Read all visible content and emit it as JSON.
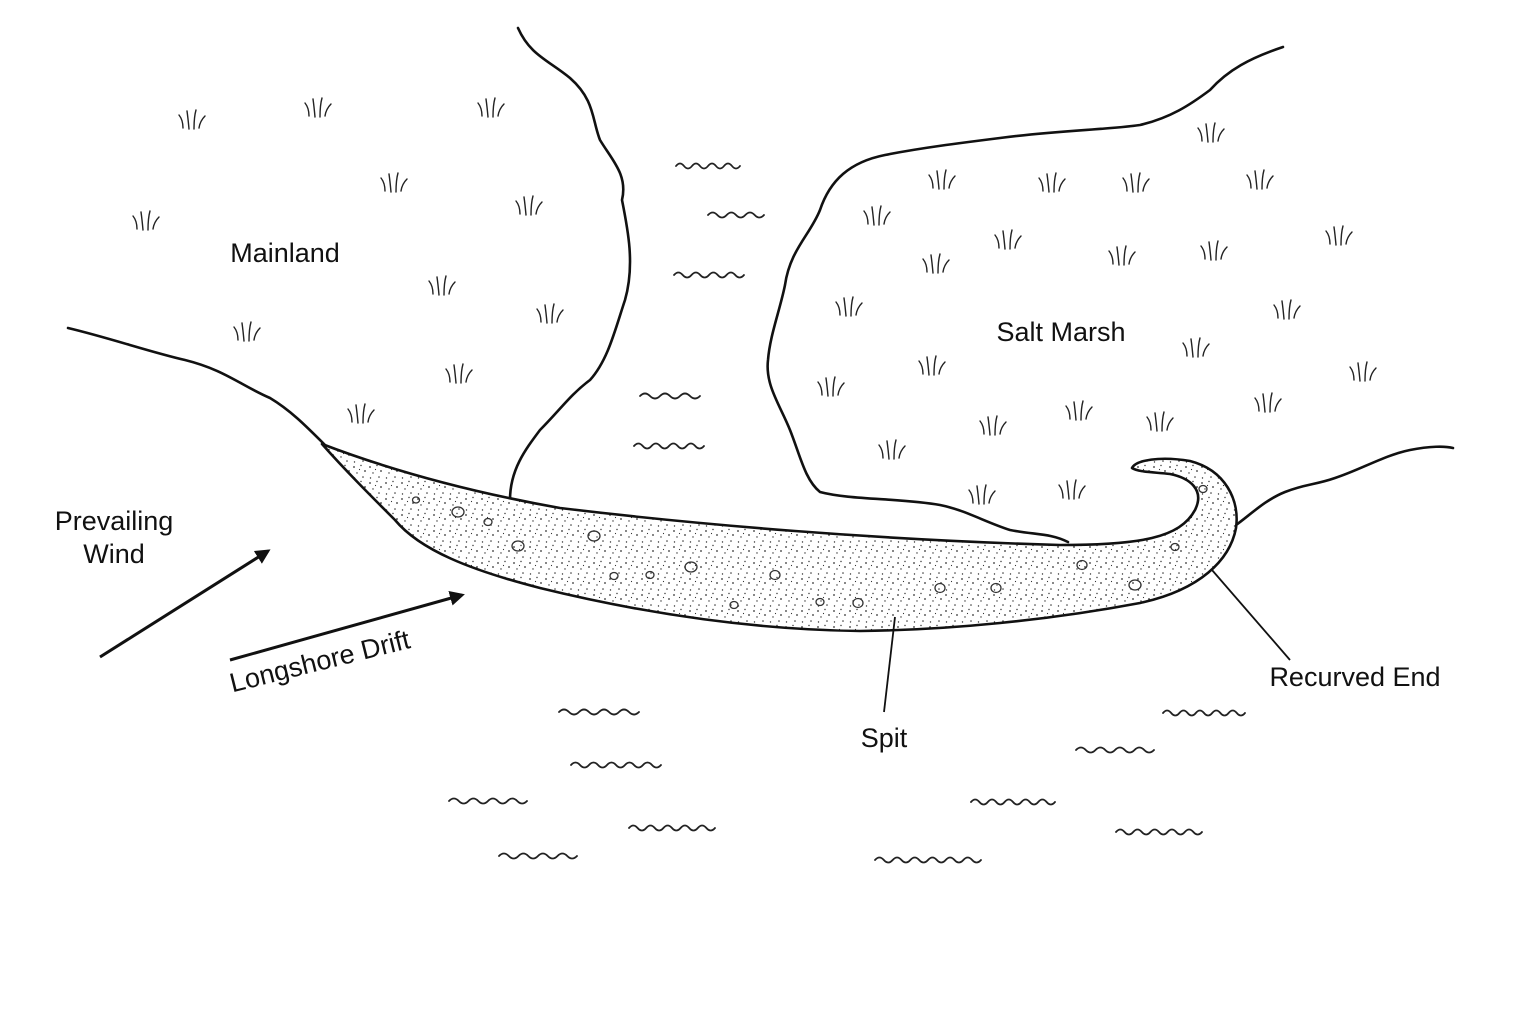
{
  "labels": {
    "mainland": "Mainland",
    "salt_marsh": "Salt Marsh",
    "prevailing_wind_line1": "Prevailing",
    "prevailing_wind_line2": "Wind",
    "longshore_drift": "Longshore Drift",
    "spit": "Spit",
    "recurved_end": "Recurved End"
  },
  "colors": {
    "line": "#111111",
    "background": "#ffffff"
  },
  "icons": {
    "wind_arrow": "arrow-right-up-icon",
    "drift_arrow": "arrow-right-up-icon"
  }
}
